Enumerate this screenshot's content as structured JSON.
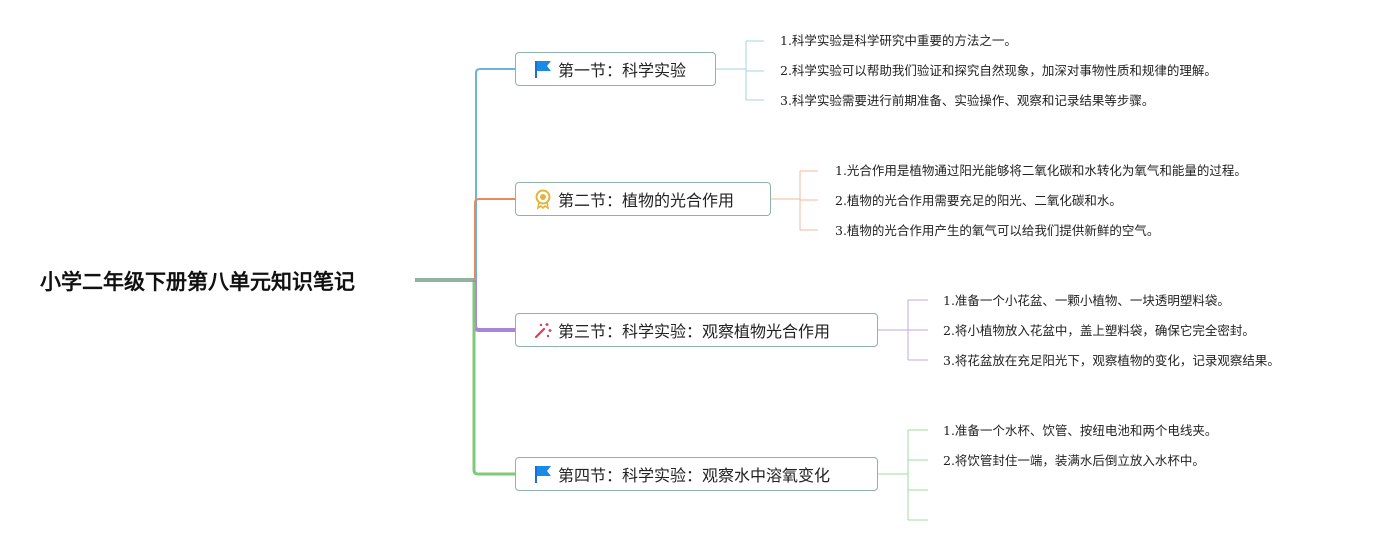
{
  "root": {
    "title": "小学二年级下册第八单元知识笔记"
  },
  "colors": {
    "root_line": "#8fb39c",
    "section_border": "#8fb3ac"
  },
  "sections": [
    {
      "title": "第一节：科学实验",
      "icon": "blue-flag-icon",
      "color": "#6cb4d8",
      "items": [
        "1.科学实验是科学研究中重要的方法之一。",
        "2.科学实验可以帮助我们验证和探究自然现象，加深对事物性质和规律的理解。",
        "3.科学实验需要进行前期准备、实验操作、观察和记录结果等步骤。"
      ]
    },
    {
      "title": "第二节：植物的光合作用",
      "icon": "award-ribbon-icon",
      "color": "#e8895a",
      "items": [
        "1.光合作用是植物通过阳光能够将二氧化碳和水转化为氧气和能量的过程。",
        "2.植物的光合作用需要充足的阳光、二氧化碳和水。",
        "3.植物的光合作用产生的氧气可以给我们提供新鲜的空气。"
      ]
    },
    {
      "title": "第三节：科学实验：观察植物光合作用",
      "icon": "magic-wand-icon",
      "color": "#a985d8",
      "items": [
        "1.准备一个小花盆、一颗小植物、一块透明塑料袋。",
        "2.将小植物放入花盆中，盖上塑料袋，确保它完全密封。",
        "3.将花盆放在充足阳光下，观察植物的变化，记录观察结果。"
      ]
    },
    {
      "title": "第四节：科学实验：观察水中溶氧变化",
      "icon": "blue-flag-icon",
      "color": "#7fc97a",
      "items": [
        "1.准备一个水杯、饮管、按纽电池和两个电线夹。",
        "2.将饮管封住一端，装满水后倒立放入水杯中。",
        "",
        ""
      ]
    }
  ]
}
